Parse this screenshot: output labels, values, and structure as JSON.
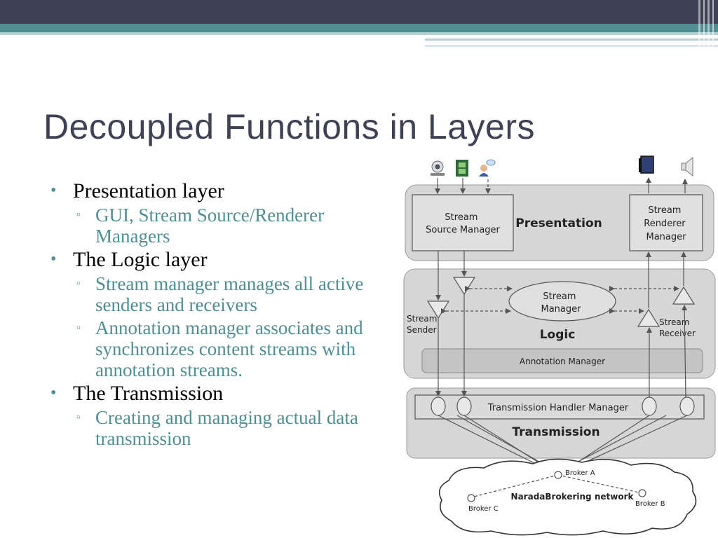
{
  "slide": {
    "title": "Decoupled Functions in Layers",
    "bullets": [
      {
        "text": "Presentation layer",
        "sub": [
          "GUI, Stream Source/Renderer Managers"
        ]
      },
      {
        "text": "The Logic layer",
        "sub": [
          "Stream manager manages all active senders and receivers",
          "Annotation manager associates and synchronizes content streams with annotation streams."
        ]
      },
      {
        "text": "The Transmission",
        "sub": [
          "Creating and managing actual data transmission"
        ]
      }
    ]
  },
  "diagram": {
    "presentation": {
      "label": "Presentation",
      "source_manager": [
        "Stream",
        "Source Manager"
      ],
      "renderer_manager": [
        "Stream",
        "Renderer",
        "Manager"
      ]
    },
    "logic": {
      "label": "Logic",
      "stream_manager": [
        "Stream",
        "Manager"
      ],
      "stream_sender": [
        "Stream",
        "Sender"
      ],
      "stream_receiver": [
        "Stream",
        "Receiver"
      ],
      "annotation_manager": "Annotation Manager"
    },
    "transmission": {
      "label": "Transmission",
      "handler_manager": "Transmission Handler Manager"
    },
    "network": {
      "label": "NaradaBrokering network",
      "broker_a": "Broker A",
      "broker_b": "Broker B",
      "broker_c": "Broker C"
    }
  }
}
